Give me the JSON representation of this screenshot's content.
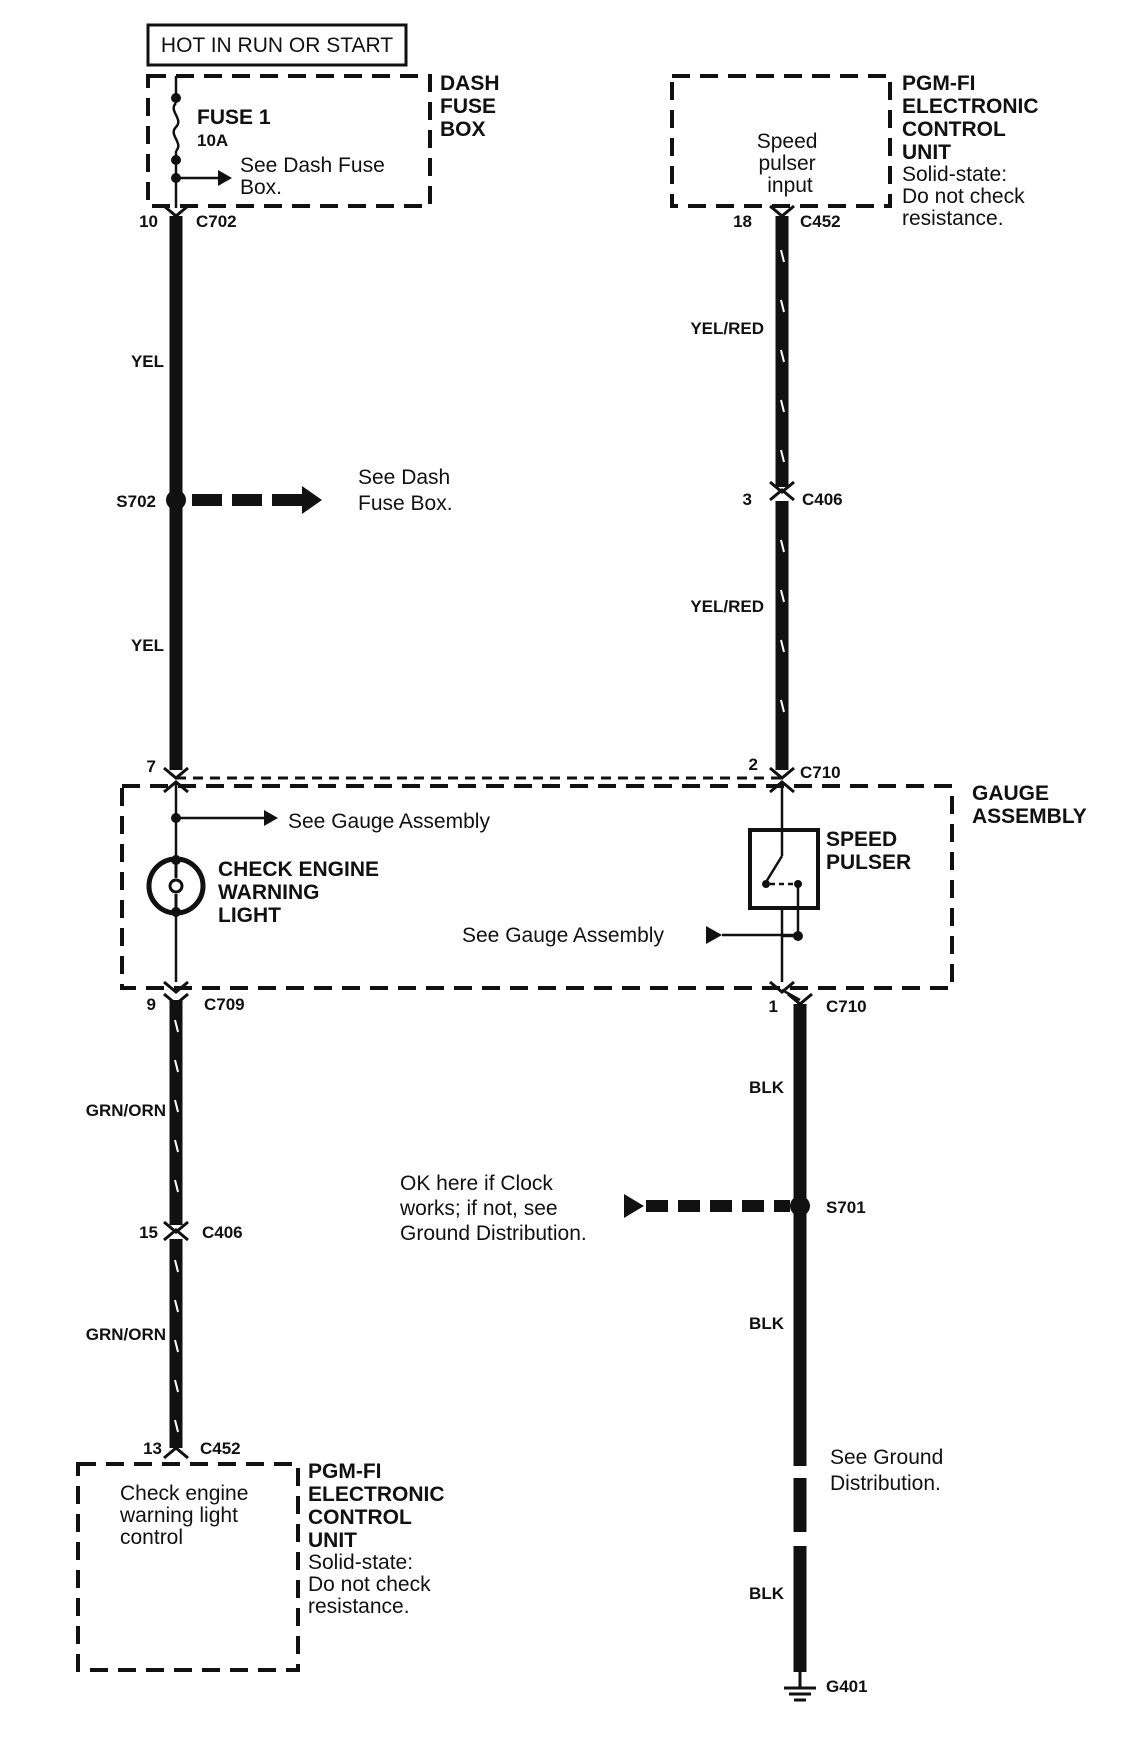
{
  "power_label": "HOT IN RUN OR START",
  "dash_fuse_box": {
    "title_lines": [
      "DASH",
      "FUSE",
      "BOX"
    ],
    "fuse_name": "FUSE 1",
    "fuse_rating": "10A",
    "note_lines": [
      "See Dash Fuse",
      "Box."
    ]
  },
  "ecu_top": {
    "title_lines": [
      "PGM-FI",
      "ELECTRONIC",
      "CONTROL",
      "UNIT"
    ],
    "note_lines": [
      "Solid-state:",
      "Do not check",
      "resistance."
    ],
    "function_lines": [
      "Speed",
      "pulser",
      "input"
    ]
  },
  "ecu_bottom": {
    "title_lines": [
      "PGM-FI",
      "ELECTRONIC",
      "CONTROL",
      "UNIT"
    ],
    "note_lines": [
      "Solid-state:",
      "Do not check",
      "resistance."
    ],
    "function_lines": [
      "Check engine",
      "warning light",
      "control"
    ]
  },
  "gauge_assembly": {
    "title_lines": [
      "GAUGE",
      "ASSEMBLY"
    ],
    "see_text": "See Gauge Assembly",
    "see_text_2": "See Gauge Assembly",
    "lamp_lines": [
      "CHECK ENGINE",
      "WARNING",
      "LIGHT"
    ],
    "pulser_lines": [
      "SPEED",
      "PULSER"
    ]
  },
  "connectors": {
    "c702_pin": "10",
    "c702": "C702",
    "c452_pin_top": "18",
    "c452_top": "C452",
    "c406_pin_right": "3",
    "c406_right": "C406",
    "c710_pin_top": "2",
    "c710_top": "C710",
    "c_left_pin_top": "7",
    "c709_pin": "9",
    "c709": "C709",
    "c710_pin_bottom": "1",
    "c710_bottom": "C710",
    "c406_pin_left": "15",
    "c406_left": "C406",
    "c452_pin_bottom": "13",
    "c452_bottom": "C452"
  },
  "splices": {
    "s702": "S702",
    "s702_note_lines": [
      "See Dash",
      "Fuse Box."
    ],
    "s701": "S701",
    "s701_note_lines": [
      "OK here if Clock",
      "works; if not, see",
      "Ground Distribution."
    ]
  },
  "wires": {
    "yel_1": "YEL",
    "yel_2": "YEL",
    "yelred_1": "YEL/RED",
    "yelred_2": "YEL/RED",
    "grnorn_1": "GRN/ORN",
    "grnorn_2": "GRN/ORN",
    "blk_1": "BLK",
    "blk_2": "BLK",
    "blk_3": "BLK"
  },
  "ground": {
    "note_lines": [
      "See Ground",
      "Distribution."
    ],
    "label": "G401"
  }
}
